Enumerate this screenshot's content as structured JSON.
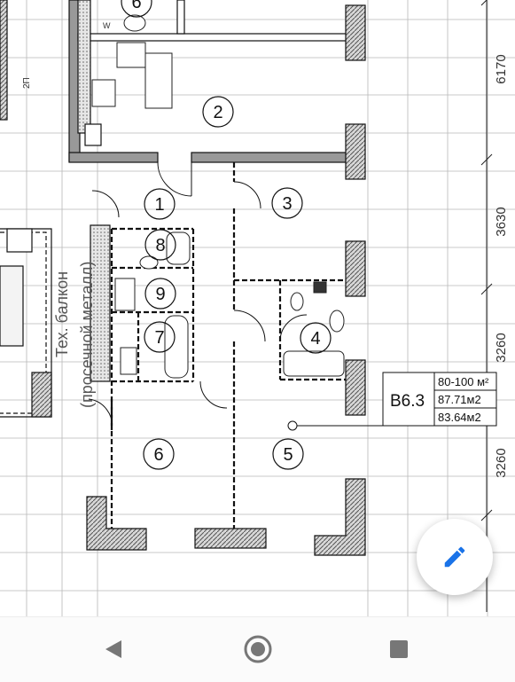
{
  "plan": {
    "rooms": [
      "1",
      "2",
      "3",
      "4",
      "5",
      "6",
      "7",
      "8",
      "9",
      "6"
    ],
    "dimensions": [
      "6170",
      "3630",
      "3260",
      "3260"
    ],
    "balcony_line1": "Тех. балкон",
    "balcony_line2": "(просечной металл)",
    "small_labels": {
      "w": "W",
      "lift": "2П"
    },
    "apartment": {
      "code": "B6.3",
      "area_range": "80-100 м²",
      "total_area": "87.71м2",
      "living_area": "83.64м2"
    }
  },
  "fab": {
    "icon": "pencil-icon",
    "color": "#1a73e8"
  },
  "navbar": {
    "back": "back-triangle-icon",
    "home": "home-circle-icon",
    "recents": "recents-square-icon"
  }
}
